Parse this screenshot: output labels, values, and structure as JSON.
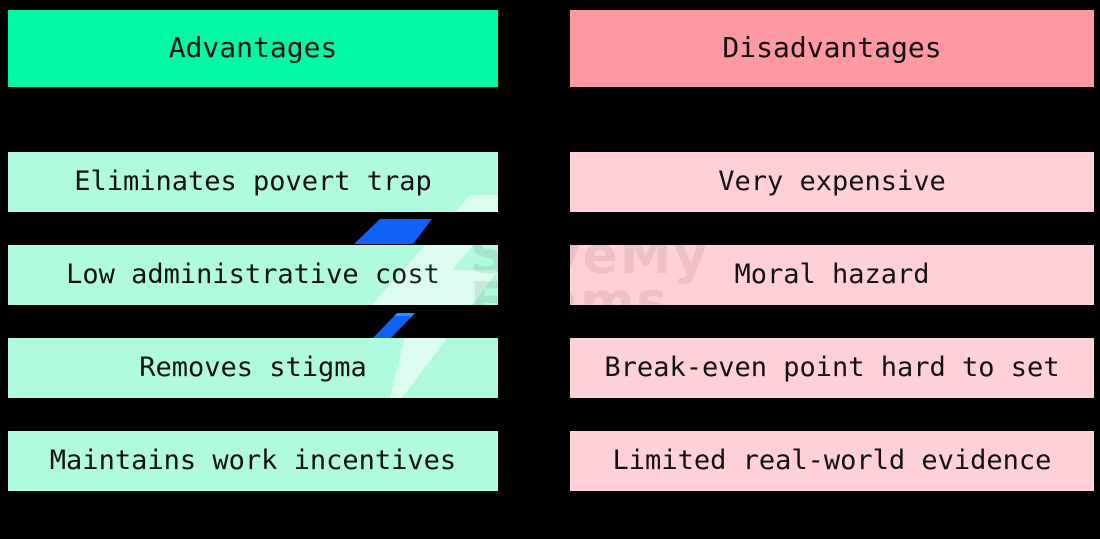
{
  "diagram": {
    "columns": [
      {
        "header": "Advantages",
        "items": [
          "Eliminates povert trap",
          "Low administrative cost",
          "Removes stigma",
          "Maintains work incentives"
        ]
      },
      {
        "header": "Disadvantages",
        "items": [
          "Very expensive",
          "Moral hazard",
          "Break-even point hard to set",
          "Limited real-world evidence"
        ]
      }
    ]
  },
  "watermark": {
    "line1": "SaveMy",
    "line2": "Exams",
    "icon": "lightning-bolt"
  },
  "colors": {
    "background": "#000000",
    "text": "#121212",
    "advantages_header": "#00F9A6",
    "advantages_row": "#B0FADD",
    "disadvantages_header": "#FE98A2",
    "disadvantages_row": "#FFD0D7",
    "watermark_blue": "#0F62F5"
  }
}
